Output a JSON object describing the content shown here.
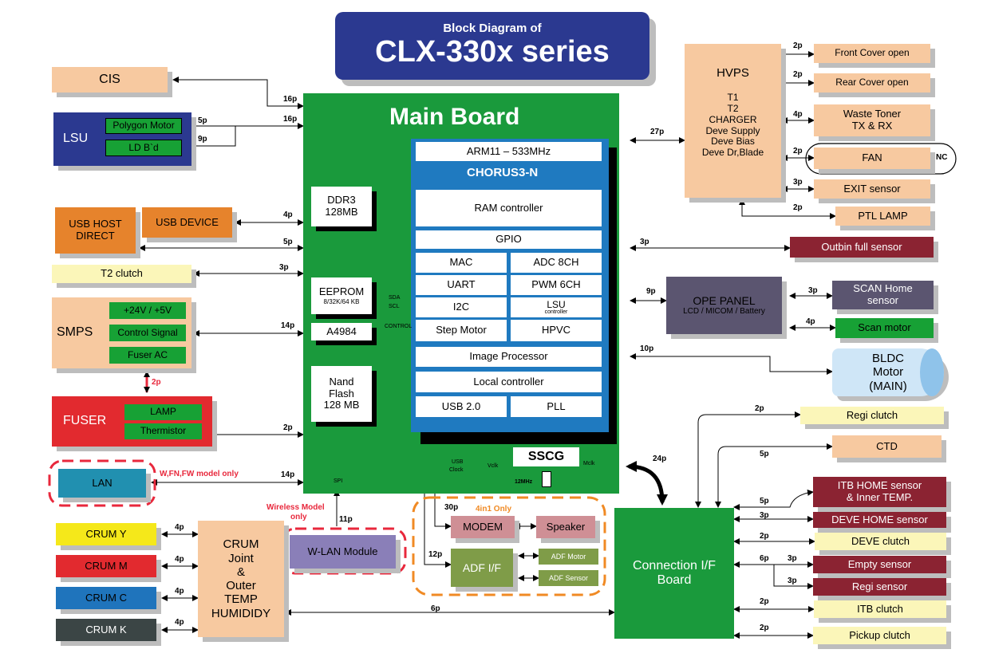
{
  "title": {
    "line1": "Block Diagram of",
    "line2": "CLX-330x series"
  },
  "main_board": {
    "title": "Main Board",
    "chip": "CHORUS3-N",
    "arm": "ARM11 – 533MHz",
    "ram_ctrl": "RAM controller",
    "gpio": "GPIO",
    "mac": "MAC",
    "adc": "ADC 8CH",
    "uart": "UART",
    "pwm": "PWM 6CH",
    "i2c": "I2C",
    "lsu": "LSU",
    "lsu_sub": "controller",
    "step": "Step Motor",
    "hpvc": "HPVC",
    "image": "Image Processor",
    "local": "Local controller",
    "usb": "USB 2.0",
    "pll": "PLL",
    "ddr_l1": "DDR3",
    "ddr_l2": "128MB",
    "eeprom": "EEPROM",
    "eeprom_sub": "8/32K/64 KB",
    "a4984": "A4984",
    "nand_l1": "Nand",
    "nand_l2": "Flash",
    "nand_l3": "128 MB",
    "sscg": "SSCG",
    "sda": "SDA",
    "scl": "SCL",
    "control": "CONTROL",
    "spi": "SPI",
    "usb_clock_l1": "USB",
    "usb_clock_l2": "Clock",
    "vclk": "Vclk",
    "mclk": "Mclk",
    "mhz": "12MHz"
  },
  "left": {
    "cis": "CIS",
    "lsu": "LSU",
    "polygon": "Polygon Motor",
    "ldbd": "LD B`d",
    "usb_host_l1": "USB HOST",
    "usb_host_l2": "DIRECT",
    "usb_device": "USB DEVICE",
    "t2": "T2 clutch",
    "smps": "SMPS",
    "v24": "+24V / +5V",
    "ctrl_sig": "Control Signal",
    "fuser_ac": "Fuser AC",
    "fuser": "FUSER",
    "lamp": "LAMP",
    "thermistor": "Thermistor",
    "lan": "LAN",
    "lan_note": "W,FN,FW model only",
    "crum_y": "CRUM  Y",
    "crum_m": "CRUM  M",
    "crum_c": "CRUM  C",
    "crum_k": "CRUM  K",
    "crum_l1": "CRUM",
    "crum_l2": "Joint",
    "crum_l3": "&",
    "crum_l4": "Outer",
    "crum_l5": "TEMP",
    "crum_l6": "HUMIDIDY",
    "wlan": "W-LAN Module",
    "wireless_l1": "Wireless Model",
    "wireless_l2": "only"
  },
  "right": {
    "hvps": "HVPS",
    "hvps_l1": "T1",
    "hvps_l2": "T2",
    "hvps_l3": "CHARGER",
    "hvps_l4": "Deve Supply",
    "hvps_l5": "Deve Bias",
    "hvps_l6": "Deve Dr,Blade",
    "front_cover": "Front Cover open",
    "rear_cover": "Rear Cover open",
    "waste_l1": "Waste Toner",
    "waste_l2": "TX & RX",
    "fan": "FAN",
    "nc": "NC",
    "exit": "EXIT sensor",
    "ptl": "PTL LAMP",
    "outbin": "Outbin full sensor",
    "ope": "OPE PANEL",
    "ope_sub": "LCD / MICOM / Battery",
    "scan_home_l1": "SCAN Home",
    "scan_home_l2": "sensor",
    "scan_motor": "Scan motor",
    "bldc_l1": "BLDC",
    "bldc_l2": "Motor",
    "bldc_l3": "(MAIN)",
    "regi_clutch": "Regi clutch",
    "ctd": "CTD",
    "itb_home_l1": "ITB HOME sensor",
    "itb_home_l2": "& Inner TEMP.",
    "deve_home": "DEVE HOME sensor",
    "deve_clutch": "DEVE clutch",
    "empty": "Empty sensor",
    "regi_sensor": "Regi sensor",
    "itb_clutch": "ITB clutch",
    "pickup": "Pickup clutch",
    "conn_l1": "Connection  I/F",
    "conn_l2": "Board",
    "modem": "MODEM",
    "speaker": "Speaker",
    "adf": "ADF I/F",
    "adf_motor": "ADF Motor",
    "adf_sensor": "ADF Sensor",
    "fourin1": "4in1 Only"
  },
  "pins": {
    "cis": "16p",
    "lsu": "16p",
    "lsu5": "5p",
    "lsu9": "9p",
    "usbdev": "4p",
    "usbhost": "5p",
    "t2": "3p",
    "smps": "14p",
    "smps_fuser": "2p",
    "fuser": "2p",
    "lan": "14p",
    "crum_y": "4p",
    "crum_m": "4p",
    "crum_c": "4p",
    "crum_k": "4p",
    "crum_board": "6p",
    "wlan": "11p",
    "hvps": "27p",
    "front": "2p",
    "rear": "2p",
    "waste": "4p",
    "fan": "2p",
    "exit": "3p",
    "ptl": "2p",
    "outbin": "3p",
    "ope": "9p",
    "scan_home": "3p",
    "scan_motor": "4p",
    "bldc": "10p",
    "conn": "24p",
    "regi_clutch": "2p",
    "ctd": "5p",
    "itb_home": "5p",
    "deve_home": "3p",
    "deve_clutch": "2p",
    "six": "6p",
    "empty": "3p",
    "regi_sensor": "3p",
    "itb_clutch": "2p",
    "pickup": "2p",
    "modem": "30p",
    "adf": "12p"
  },
  "colors": {
    "navy": "#2b3990",
    "board_green": "#1a9a3c",
    "chip_blue": "#1f7ac0",
    "peach": "#f7c9a0",
    "maroon": "#8b2332",
    "red_dash": "#e8283c",
    "orange_dash": "#f08a24"
  }
}
